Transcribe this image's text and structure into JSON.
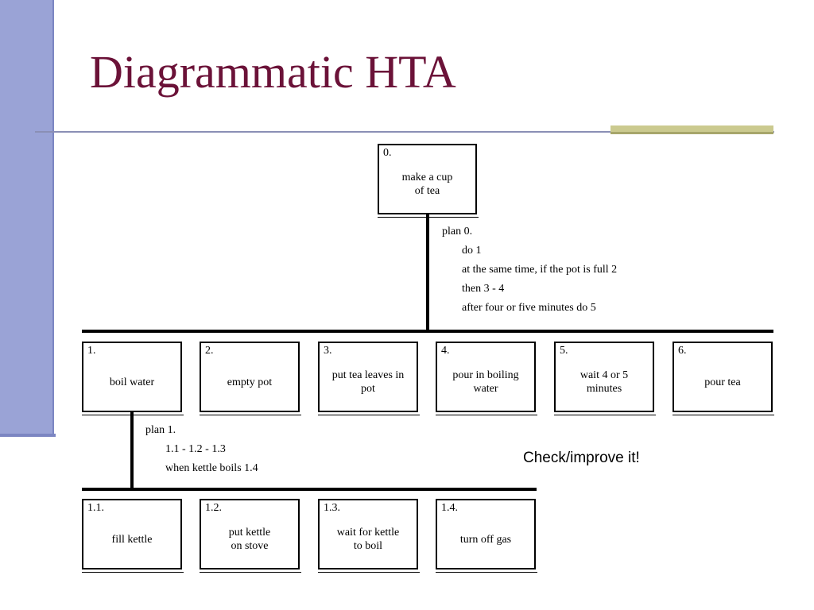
{
  "slide": {
    "title": "Diagrammatic HTA",
    "note": "Check/improve it!"
  },
  "root_task": {
    "number": "0.",
    "label": "make a cup of tea"
  },
  "plan_0": {
    "heading": "plan 0.",
    "steps": [
      "do 1",
      "at the same time, if the pot is full 2",
      "then 3 - 4",
      "after four or five minutes do 5"
    ]
  },
  "subtasks": [
    {
      "number": "1.",
      "label": "boil water"
    },
    {
      "number": "2.",
      "label": "empty pot"
    },
    {
      "number": "3.",
      "label": "put tea leaves in pot"
    },
    {
      "number": "4.",
      "label": "pour in boiling water"
    },
    {
      "number": "5.",
      "label": "wait 4 or 5 minutes"
    },
    {
      "number": "6.",
      "label": "pour tea"
    }
  ],
  "plan_1": {
    "heading": "plan 1.",
    "steps": [
      "1.1 - 1.2 - 1.3",
      "when kettle boils 1.4"
    ]
  },
  "sub_subtasks": [
    {
      "number": "1.1.",
      "label": "fill kettle"
    },
    {
      "number": "1.2.",
      "label": "put kettle on stove"
    },
    {
      "number": "1.3.",
      "label": "wait for kettle to boil"
    },
    {
      "number": "1.4.",
      "label": "turn off gas"
    }
  ]
}
